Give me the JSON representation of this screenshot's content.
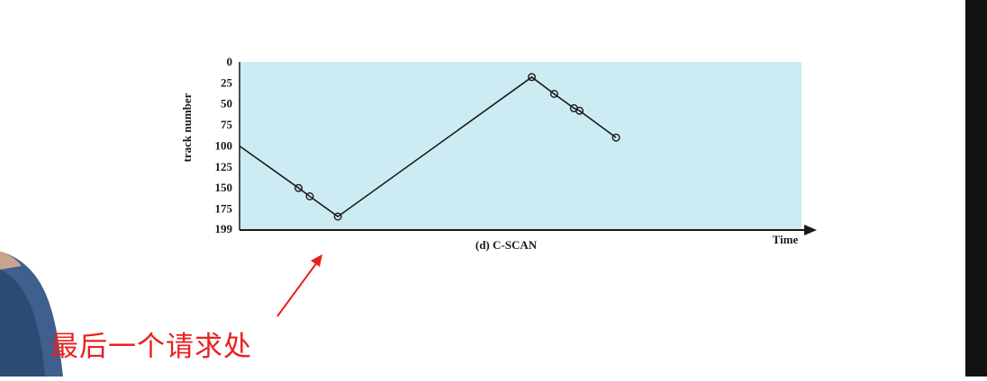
{
  "annotation": {
    "text": "最后一个请求处",
    "color": "#e8211f"
  },
  "chart_data": {
    "type": "line",
    "title": "(d) C-SCAN",
    "xlabel": "Time",
    "ylabel": "track number",
    "ylim": [
      0,
      199
    ],
    "y_inverted": true,
    "yticks": [
      0,
      25,
      50,
      75,
      100,
      125,
      150,
      175,
      199
    ],
    "ytick_labels": [
      "0",
      "25",
      "50",
      "75",
      "100",
      "125",
      "150",
      "175",
      "199"
    ],
    "plot_bg": "#cdebf2",
    "line_color": "#1a1a1a",
    "x": [
      0,
      2.1,
      2.5,
      3.5,
      10.4,
      11.2,
      11.9,
      12.1,
      13.4
    ],
    "y": [
      100,
      150,
      160,
      184,
      18,
      38,
      55,
      58,
      90
    ],
    "markers": [
      false,
      true,
      true,
      true,
      true,
      true,
      true,
      true,
      true
    ],
    "xlim": [
      0,
      20
    ]
  }
}
